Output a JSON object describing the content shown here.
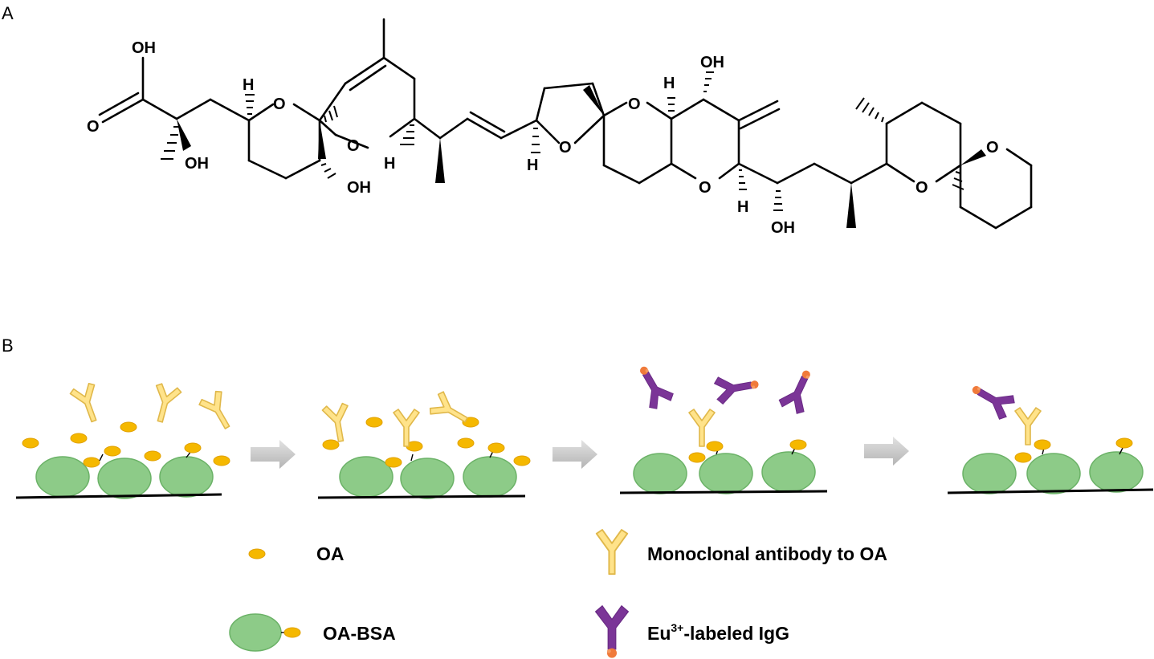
{
  "panels": {
    "a_label": "A",
    "b_label": "B"
  },
  "atoms": {
    "oh": "OH",
    "o": "O",
    "h": "H"
  },
  "legend": {
    "oa": "OA",
    "oa_bsa": "OA-BSA",
    "antibody": "Monoclonal antibody to OA",
    "eu_prefix": "Eu",
    "eu_sup": "3+",
    "eu_suffix": "-labeled IgG"
  },
  "colors": {
    "oa": "#f5b800",
    "bsa": "#8dcb88",
    "bsa_stroke": "#5aa25a",
    "antibody": "#ffe38a",
    "antibody_stroke": "#e0b84a",
    "igg": "#7b3597",
    "eu": "#f07a3a",
    "arrow": "#c8c8c8"
  }
}
